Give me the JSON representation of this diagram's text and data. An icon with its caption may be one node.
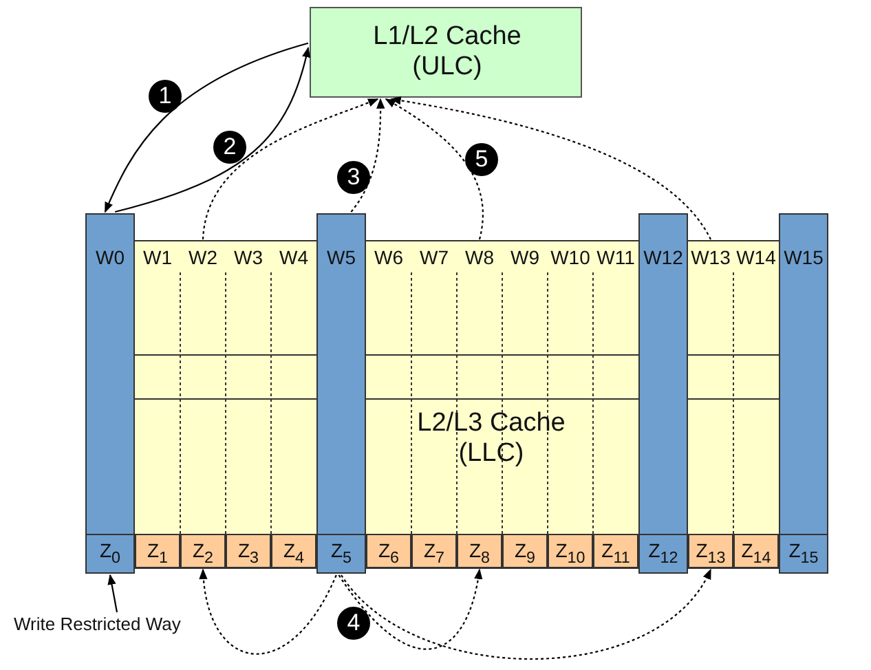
{
  "diagram": {
    "nodes": [
      {
        "text": [
          "L1/L2 Cache (ULC)"
        ]
      },
      {
        "text": [
          "L2/L3 Cache (LLC)"
        ]
      },
      {
        "text": [
          "W0"
        ],
        "in": 1
      },
      {
        "text": [
          "W1"
        ],
        "in": 1
      },
      {
        "text": [
          "W2"
        ],
        "in": 1
      },
      {
        "text": [
          "W3"
        ],
        "in": 1
      },
      {
        "text": [
          "W4"
        ],
        "in": 1
      },
      {
        "text": [
          "W5"
        ],
        "in": 1
      },
      {
        "text": [
          "W6"
        ],
        "in": 1
      },
      {
        "text": [
          "W7"
        ],
        "in": 1
      },
      {
        "text": [
          "W8"
        ],
        "in": 1
      },
      {
        "text": [
          "W9"
        ],
        "in": 1
      },
      {
        "text": [
          "W10"
        ],
        "in": 1
      },
      {
        "text": [
          "W11"
        ],
        "in": 1
      },
      {
        "text": [
          "W12"
        ],
        "in": 1
      },
      {
        "text": [
          "W13"
        ],
        "in": 1
      },
      {
        "text": [
          "W14"
        ],
        "in": 1
      },
      {
        "text": [
          "W15"
        ],
        "in": 1
      },
      {
        "text": [
          "Z$_{0}$"
        ],
        "in": 1
      },
      {
        "text": [
          "Z$_{1}$"
        ],
        "in": 1
      },
      {
        "text": [
          "Z$_{2}$"
        ],
        "in": 1
      },
      {
        "text": [
          "Z$_{3}$"
        ],
        "in": 1
      },
      {
        "text": [
          "Z$_{4}$"
        ],
        "in": 1
      },
      {
        "text": [
          "Z$_{5}$"
        ],
        "in": 1
      },
      {
        "text": [
          "Z$_{6}$"
        ],
        "in": 1
      },
      {
        "text": [
          "Z$_{7}$"
        ],
        "in": 1
      },
      {
        "text": [
          "Z$_{8}$"
        ],
        "in": 1
      },
      {
        "text": [
          "Z$_{9}$"
        ],
        "in": 1
      },
      {
        "text": [
          "Z$_{10}$"
        ],
        "in": 1
      },
      {
        "text": [
          "Z$_{11}$"
        ],
        "in": 1
      },
      {
        "text": [
          "Z$_{12}$"
        ],
        "in": 1
      },
      {
        "text": [
          "Z$_{13}$"
        ],
        "in": 1
      },
      {
        "text": [
          "Z$_{14}$"
        ],
        "in": 1
      },
      {
        "text": [
          "Z$_{15}$"
        ],
        "in": 1
      },
      {
        "text": [
          "Write Restricted Way"
        ]
      }
    ],
    "edges": [
      {
        "from": 0,
        "to": 2,
        "arrow": "to"
      },
      {
        "from": 2,
        "to": 0,
        "arrow": "to"
      },
      {
        "from": 4,
        "to": 0,
        "arrow": "to",
        "style": "dashed"
      },
      {
        "from": 7,
        "to": 0,
        "arrow": "to",
        "style": "dashed"
      },
      {
        "from": 10,
        "to": 0,
        "arrow": "to",
        "style": "dashed"
      },
      {
        "from": 15,
        "to": 0,
        "arrow": "to",
        "style": "dashed"
      },
      {
        "from": 23,
        "to": 20,
        "arrow": "to",
        "style": "dashed"
      },
      {
        "from": 23,
        "to": 26,
        "arrow": "to",
        "style": "dashed"
      },
      {
        "from": 23,
        "to": 31,
        "arrow": "to",
        "style": "dashed"
      },
      {
        "from": 34,
        "to": 18,
        "arrow": "to"
      }
    ],
    "labels": [
      "1",
      "2",
      "3",
      "5",
      "4"
    ]
  }
}
